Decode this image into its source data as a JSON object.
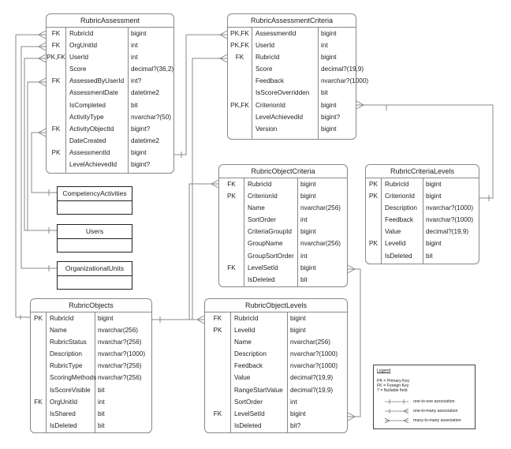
{
  "tables": [
    {
      "name": "RubricAssessment",
      "rows": [
        {
          "key": "FK",
          "name": "RubricId",
          "type": "bigint"
        },
        {
          "key": "FK",
          "name": "OrgUnitId",
          "type": "int"
        },
        {
          "key": "PK,FK",
          "name": "UserId",
          "type": "int"
        },
        {
          "key": "",
          "name": "Score",
          "type": "decimal?(36,2)"
        },
        {
          "key": "FK",
          "name": "AssessedByUserId",
          "type": "int?"
        },
        {
          "key": "",
          "name": "AssessmentDate",
          "type": "datetime2"
        },
        {
          "key": "",
          "name": "IsCompleted",
          "type": "bit"
        },
        {
          "key": "",
          "name": "ActivityType",
          "type": "nvarchar?(50)"
        },
        {
          "key": "FK",
          "name": "ActivityObjectId",
          "type": "bigint?"
        },
        {
          "key": "",
          "name": "DateCreated",
          "type": "datetime2"
        },
        {
          "key": "PK",
          "name": "AssessmentId",
          "type": "bigint"
        },
        {
          "key": "",
          "name": "LevelAchievedId",
          "type": "bigint?"
        }
      ]
    },
    {
      "name": "RubricAssessmentCriteria",
      "rows": [
        {
          "key": "PK,FK",
          "name": "AssessmentId",
          "type": "bigint"
        },
        {
          "key": "PK,FK",
          "name": "UserId",
          "type": "int"
        },
        {
          "key": "FK",
          "name": "RubricId",
          "type": "bigint"
        },
        {
          "key": "",
          "name": "Score",
          "type": "decimal?(19,9)"
        },
        {
          "key": "",
          "name": "Feedback",
          "type": "nvarchar?(1000)"
        },
        {
          "key": "",
          "name": "IsScoreOverridden",
          "type": "bit"
        },
        {
          "key": "PK,FK",
          "name": "CriterionId",
          "type": "bigint"
        },
        {
          "key": "",
          "name": "LevelAchievedId",
          "type": "bigint?"
        },
        {
          "key": "",
          "name": "Version",
          "type": "bigint"
        }
      ]
    },
    {
      "name": "RubricObjectCriteria",
      "rows": [
        {
          "key": "FK",
          "name": "RubricId",
          "type": "bigint"
        },
        {
          "key": "PK",
          "name": "CriterionId",
          "type": "bigint"
        },
        {
          "key": "",
          "name": "Name",
          "type": "nvarchar(256)"
        },
        {
          "key": "",
          "name": "SortOrder",
          "type": "int"
        },
        {
          "key": "",
          "name": "CriteriaGroupId",
          "type": "bigint"
        },
        {
          "key": "",
          "name": "GroupName",
          "type": "nvarchar(256)"
        },
        {
          "key": "",
          "name": "GroupSortOrder",
          "type": "int"
        },
        {
          "key": "FK",
          "name": "LevelSetId",
          "type": "bigint"
        },
        {
          "key": "",
          "name": "IsDeleted",
          "type": "bit"
        }
      ]
    },
    {
      "name": "RubricCriteriaLevels",
      "rows": [
        {
          "key": "PK",
          "name": "RubricId",
          "type": "bigint"
        },
        {
          "key": "PK",
          "name": "CriterionId",
          "type": "bigint"
        },
        {
          "key": "",
          "name": "Description",
          "type": "nvarchar?(1000)"
        },
        {
          "key": "",
          "name": "Feedback",
          "type": "nvarchar?(1000)"
        },
        {
          "key": "",
          "name": "Value",
          "type": "decimal?(19,9)"
        },
        {
          "key": "PK",
          "name": "LevelId",
          "type": "bigint"
        },
        {
          "key": "",
          "name": "IsDeleted",
          "type": "bit"
        }
      ]
    },
    {
      "name": "RubricObjects",
      "rows": [
        {
          "key": "PK",
          "name": "RubricId",
          "type": "bigint"
        },
        {
          "key": "",
          "name": "Name",
          "type": "nvarchar(256)"
        },
        {
          "key": "",
          "name": "RubricStatus",
          "type": "nvarchar?(256)"
        },
        {
          "key": "",
          "name": "Description",
          "type": "nvarchar?(1000)"
        },
        {
          "key": "",
          "name": "RubricType",
          "type": "nvarchar?(256)"
        },
        {
          "key": "",
          "name": "ScoringMethods",
          "type": "nvarchar?(256)"
        },
        {
          "key": "",
          "name": "IsScoreVisible",
          "type": "bit"
        },
        {
          "key": "FK",
          "name": "OrgUnitId",
          "type": "int"
        },
        {
          "key": "",
          "name": "IsShared",
          "type": "bit"
        },
        {
          "key": "",
          "name": "IsDeleted",
          "type": "bit"
        }
      ]
    },
    {
      "name": "RubricObjectLevels",
      "rows": [
        {
          "key": "FK",
          "name": "RubricId",
          "type": "bigint"
        },
        {
          "key": "PK",
          "name": "LevelId",
          "type": "bigint"
        },
        {
          "key": "",
          "name": "Name",
          "type": "nvarchar(256)"
        },
        {
          "key": "",
          "name": "Description",
          "type": "nvarchar?(1000)"
        },
        {
          "key": "",
          "name": "Feedback",
          "type": "nvarchar?(1000)"
        },
        {
          "key": "",
          "name": "Value",
          "type": "decimal?(19,9)"
        },
        {
          "key": "",
          "name": "RangeStartValue",
          "type": "decimal?(19,9)"
        },
        {
          "key": "",
          "name": "SortOrder",
          "type": "int"
        },
        {
          "key": "FK",
          "name": "LevelSetId",
          "type": "bigint"
        },
        {
          "key": "",
          "name": "IsDeleted",
          "type": "bit?"
        }
      ]
    }
  ],
  "stubs": [
    {
      "name": "CompetencyActivities"
    },
    {
      "name": "Users"
    },
    {
      "name": "OrganizationalUnits"
    }
  ],
  "legend": {
    "title": "Legend",
    "pk_note": "PK = Primary Key",
    "fk_note": "FK = Foreign Key",
    "null_note": "? = Nullable field",
    "one_to_one": "one-to-one association",
    "one_to_many": "one-to-many association",
    "many_to_many": "many-to-many association"
  }
}
